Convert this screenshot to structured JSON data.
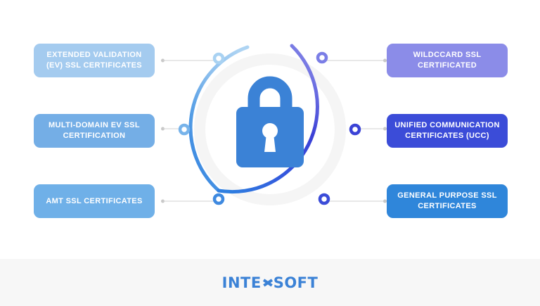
{
  "page": {
    "title": "SSL Certificate Types Infographic",
    "background_color": "#ffffff"
  },
  "left_labels": [
    {
      "id": "ev",
      "text": "EXTENDED VALIDATION (EV) SSL CERTIFICATES",
      "color": "#a4cbef"
    },
    {
      "id": "multi",
      "text": "MULTI-DOMAIN EV SSL CERTIFICATION",
      "color": "#74aee6"
    },
    {
      "id": "amt",
      "text": "AMT SSL CERTIFICATES",
      "color": "#6fb0e8"
    }
  ],
  "right_labels": [
    {
      "id": "wild",
      "text": "WILDCCARD SSL CERTIFICATED",
      "color": "#8b8ce8"
    },
    {
      "id": "ucc",
      "text": "UNIFIED COMMUNICATION CERTIFICATES (UCC)",
      "color": "#3b4cd8"
    },
    {
      "id": "gen",
      "text": "GENERAL PURPOSE SSL CERTIFICATES",
      "color": "#2f86da"
    }
  ],
  "center": {
    "icon": "padlock-icon",
    "lock_color": "#3b82d6",
    "backdrop_color": "#f5f5f5",
    "ring": {
      "gradient_start": "#a9d2f2",
      "gradient_mid": "#3b5fe0",
      "gradient_end": "#8b8ce8",
      "node_colors": [
        "#a9d2f2",
        "#6ba9e8",
        "#3f8ae0",
        "#3b4cd8",
        "#5b63e0",
        "#8b8ce8"
      ]
    }
  },
  "footer": {
    "logo_before": "INTE",
    "logo_icon": "x-mark-icon",
    "logo_after": "SOFT",
    "logo_color": "#3b82d6",
    "background_color": "#f7f7f7"
  }
}
